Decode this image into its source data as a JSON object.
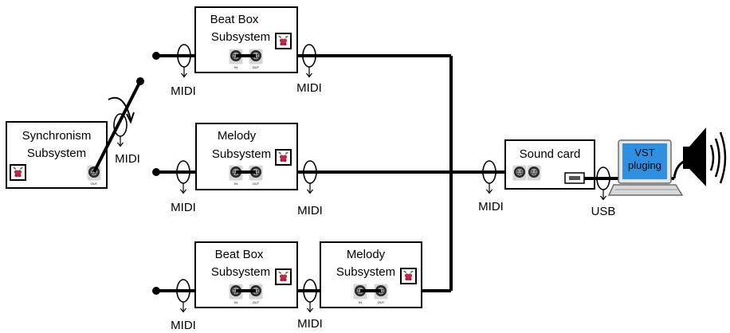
{
  "subsystems": {
    "sync": {
      "line1": "Synchronism",
      "line2": "Subsystem"
    },
    "beatbox_top": {
      "line1": "Beat Box",
      "line2": "Subsystem"
    },
    "melody_mid": {
      "line1": "Melody",
      "line2": "Subsystem"
    },
    "beatbox_bottom": {
      "line1": "Beat Box",
      "line2": "Subsystem"
    },
    "melody_bottom": {
      "line1": "Melody",
      "line2": "Subsystem"
    }
  },
  "sound_card": {
    "label": "Sound card"
  },
  "laptop": {
    "line1": "VST",
    "line2": "pluging"
  },
  "labels": {
    "midi": "MIDI",
    "usb": "USB",
    "port_in": "IN",
    "port_out": "OUT"
  },
  "colors": {
    "line": "#000000",
    "box_border": "#000000",
    "laptop_screen": "#2f8fe0",
    "raspberry": "#c0294a",
    "leaf": "#3a8a2a",
    "port_face": "#c8c8c8"
  },
  "icons": [
    "raspberry-pi-logo-icon",
    "midi-din-port-icon",
    "ferrite-choke-icon",
    "usb-port-icon",
    "laptop-icon",
    "speaker-icon",
    "sound-waves-icon",
    "arrow-down-icon"
  ]
}
